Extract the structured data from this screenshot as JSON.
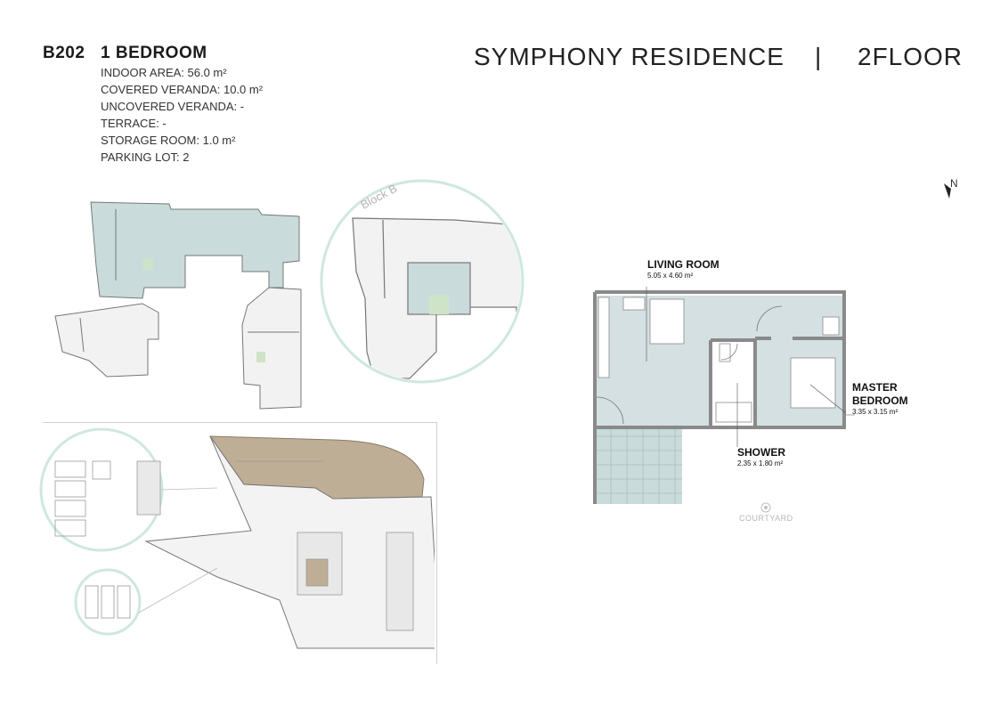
{
  "unit": {
    "code": "B202",
    "type": "1 BEDROOM",
    "specs": [
      "INDOOR AREA: 56.0 m²",
      "COVERED VERANDA: 10.0 m²",
      "UNCOVERED VERANDA: -",
      "TERRACE: -",
      "STORAGE ROOM: 1.0 m²",
      "PARKING LOT: 2"
    ]
  },
  "header": {
    "project": "SYMPHONY RESIDENCE",
    "separator": "|",
    "floor": "2FLOOR"
  },
  "compass": {
    "label": "N"
  },
  "keyplan": {
    "block_label": "Block B"
  },
  "plan": {
    "rooms": [
      {
        "name": "LIVING ROOM",
        "dims": "5.05 x 4.60 m²"
      },
      {
        "name": "MASTER\nBEDROOM",
        "dims": "3.35 x 3.15 m²"
      },
      {
        "name": "SHOWER",
        "dims": "2.35 x 1.80 m²"
      }
    ],
    "courtyard_label": "COURTYARD"
  },
  "colors": {
    "highlight": "#c9dbdb",
    "ring": "#cfe7e1",
    "wall": "#8a8a8a",
    "landscape": "#bfae96",
    "green": "#cfe3c9"
  }
}
